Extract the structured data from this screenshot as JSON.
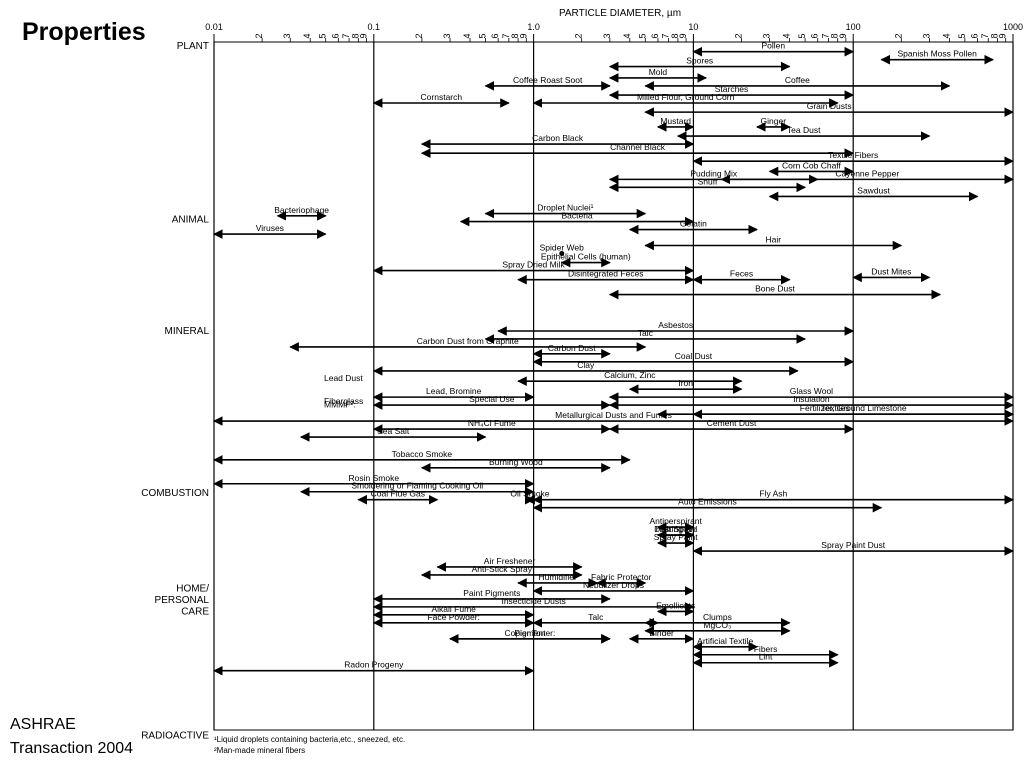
{
  "slide": {
    "title": "Properties",
    "source_line1": "ASHRAE",
    "source_line2": "Transaction 2004"
  },
  "chart_data": {
    "type": "range",
    "x_axis": {
      "title": "PARTICLE DIAMETER, µm",
      "scale": "log",
      "range": [
        0.01,
        1000
      ],
      "major_ticks": [
        {
          "value": 0.01,
          "label": "0.01"
        },
        {
          "value": 0.1,
          "label": "0.1"
        },
        {
          "value": 1,
          "label": "1.0"
        },
        {
          "value": 10,
          "label": "10"
        },
        {
          "value": 100,
          "label": "100"
        },
        {
          "value": 1000,
          "label": "1000"
        }
      ],
      "minor_ticks": [
        2,
        3,
        4,
        5,
        6,
        7,
        8,
        9
      ]
    },
    "categories": [
      {
        "name": "PLANT",
        "row": 0
      },
      {
        "name": "ANIMAL",
        "row": 15.2
      },
      {
        "name": "MINERAL",
        "row": 25
      },
      {
        "name": "COMBUSTION",
        "row": 39.2
      },
      {
        "name": "HOME/",
        "row": 47.6
      },
      {
        "name": "PERSONAL",
        "row": 48.6
      },
      {
        "name": "CARE",
        "row": 49.6
      },
      {
        "name": "RADIOACTIVE",
        "row": 60.5
      }
    ],
    "ranges": [
      {
        "label": "Pollen",
        "from": 10,
        "to": 100,
        "row": 0.5
      },
      {
        "label": "Spanish Moss Pollen",
        "from": 150,
        "to": 750,
        "row": 1.2
      },
      {
        "label": "Spores",
        "from": 3,
        "to": 40,
        "row": 1.8
      },
      {
        "label": "Mold",
        "from": 3,
        "to": 12,
        "row": 2.8
      },
      {
        "label": "Coffee Roast Soot",
        "from": 0.5,
        "to": 3,
        "row": 3.5
      },
      {
        "label": "Coffee",
        "from": 5,
        "to": 400,
        "row": 3.5
      },
      {
        "label": "Starches",
        "from": 3,
        "to": 100,
        "row": 4.3
      },
      {
        "label": "Cornstarch",
        "from": 0.1,
        "to": 0.7,
        "row": 5
      },
      {
        "label": "Milled Flour, Ground Corn",
        "from": 1,
        "to": 80,
        "row": 5
      },
      {
        "label": "Grain Dusts",
        "from": 5,
        "to": 1000,
        "row": 5.8
      },
      {
        "label": "Mustard",
        "from": 6,
        "to": 10,
        "row": 7.1
      },
      {
        "label": "Ginger",
        "from": 25,
        "to": 40,
        "row": 7.1
      },
      {
        "label": "Tea Dust",
        "from": 8,
        "to": 300,
        "row": 7.9
      },
      {
        "label": "Carbon Black",
        "from": 0.2,
        "to": 10,
        "row": 8.6
      },
      {
        "label": "Channel Black",
        "from": 0.2,
        "to": 100,
        "row": 9.4
      },
      {
        "label": "Textile Fibers",
        "from": 10,
        "to": 1000,
        "row": 10.1
      },
      {
        "label": "Corn Cob Chaff",
        "from": 30,
        "to": 100,
        "row": 11
      },
      {
        "label": "Pudding Mix",
        "from": 3,
        "to": 60,
        "row": 11.7
      },
      {
        "label": "Cayenne Pepper",
        "from": 15,
        "to": 1000,
        "row": 11.7
      },
      {
        "label": "Snuff",
        "from": 3,
        "to": 50,
        "row": 12.4
      },
      {
        "label": "Sawdust",
        "from": 30,
        "to": 600,
        "row": 13.2
      },
      {
        "label": "Bacteriophage",
        "from": 0.025,
        "to": 0.05,
        "row": 14.9
      },
      {
        "label": "Droplet Nuclei¹",
        "from": 0.5,
        "to": 5,
        "row": 14.7
      },
      {
        "label": "Viruses",
        "from": 0.01,
        "to": 0.05,
        "row": 16.5
      },
      {
        "label": "Bacteria",
        "from": 0.35,
        "to": 10,
        "row": 15.4
      },
      {
        "label": "Gelatin",
        "from": 4,
        "to": 25,
        "row": 16.1
      },
      {
        "label": "Hair",
        "from": 5,
        "to": 200,
        "row": 17.5
      },
      {
        "label": "Spider Web",
        "from": 1.5,
        "to": 1.5,
        "row": 18.2
      },
      {
        "label": "Epithelial Cells (human)",
        "from": 1.5,
        "to": 3,
        "row": 19
      },
      {
        "label": "Spray Dried Milk",
        "from": 0.1,
        "to": 10,
        "row": 19.7
      },
      {
        "label": "Dust Mites",
        "from": 100,
        "to": 300,
        "row": 20.3
      },
      {
        "label": "Disintegrated Feces",
        "from": 0.8,
        "to": 10,
        "row": 20.5
      },
      {
        "label": "Feces",
        "from": 10,
        "to": 40,
        "row": 20.5
      },
      {
        "label": "Bone Dust",
        "from": 3,
        "to": 350,
        "row": 21.8
      },
      {
        "label": "Asbestos",
        "from": 0.6,
        "to": 100,
        "row": 25
      },
      {
        "label": "Talc",
        "from": 0.5,
        "to": 50,
        "row": 25.7
      },
      {
        "label": "Carbon Dust from Graphite",
        "from": 0.03,
        "to": 5,
        "row": 26.4
      },
      {
        "label": "Carbon Dust",
        "from": 1,
        "to": 3,
        "row": 27
      },
      {
        "label": "Coal Dust",
        "from": 1,
        "to": 100,
        "row": 27.7
      },
      {
        "label": "Clay",
        "from": 0.1,
        "to": 45,
        "row": 28.5
      },
      {
        "label": "Calcium, Zinc",
        "from": 0.8,
        "to": 20,
        "row": 29.4
      },
      {
        "label": "Iron",
        "from": 4,
        "to": 20,
        "row": 30.1
      },
      {
        "label": "Lead, Bromine",
        "from": 0.1,
        "to": 1,
        "row": 30.8
      },
      {
        "label": "Special Use",
        "from": 0.1,
        "to": 3,
        "row": 31.5
      },
      {
        "label": "Insulation",
        "from": 3,
        "to": 1000,
        "row": 31.5
      },
      {
        "label": "Glass Wool",
        "from": 3,
        "to": 1000,
        "row": 30.8
      },
      {
        "label": "Fertilizer, Ground Limestone",
        "from": 10,
        "to": 1000,
        "row": 32.3
      },
      {
        "label": "Textiles",
        "from": 6,
        "to": 1000,
        "row": 32.3
      },
      {
        "label": "Metallurgical Dusts and Fumes",
        "from": 0.01,
        "to": 1000,
        "row": 32.9
      },
      {
        "label": "NH₄Cl Fume",
        "from": 0.1,
        "to": 3,
        "row": 33.6
      },
      {
        "label": "Cement Dust",
        "from": 3,
        "to": 100,
        "row": 33.6
      },
      {
        "label": "Sea Salt",
        "from": 0.035,
        "to": 0.5,
        "row": 34.3
      },
      {
        "label": "Tobacco Smoke",
        "from": 0.01,
        "to": 4,
        "row": 36.3
      },
      {
        "label": "Burning Wood",
        "from": 0.2,
        "to": 3,
        "row": 37
      },
      {
        "label": "Rosin Smoke",
        "from": 0.01,
        "to": 1,
        "row": 38.4
      },
      {
        "label": "Smoldering or Flaming Cooking Oil",
        "from": 0.035,
        "to": 1,
        "row": 39.1
      },
      {
        "label": "Coal Flue Gas",
        "from": 0.08,
        "to": 0.25,
        "row": 39.8
      },
      {
        "label": "Oil Smoke",
        "from": 0.9,
        "to": 1,
        "row": 39.8
      },
      {
        "label": "Fly Ash",
        "from": 1,
        "to": 1000,
        "row": 39.8
      },
      {
        "label": "Auto Emissions",
        "from": 1,
        "to": 150,
        "row": 40.5
      },
      {
        "label": "Antiperspirant",
        "from": 6,
        "to": 10,
        "row": 42.2
      },
      {
        "label": "Hair Spray",
        "from": 6,
        "to": 10,
        "row": 42.9
      },
      {
        "label": "Dusting Aid",
        "from": 6,
        "to": 10,
        "row": 42.9
      },
      {
        "label": "Spray Paint",
        "from": 6,
        "to": 10,
        "row": 43.6
      },
      {
        "label": "Spray Paint Dust",
        "from": 10,
        "to": 1000,
        "row": 44.3
      },
      {
        "label": "Air Freshener",
        "from": 0.25,
        "to": 2,
        "row": 45.7
      },
      {
        "label": "Anti-Stick Spray",
        "from": 0.2,
        "to": 2,
        "row": 46.4
      },
      {
        "label": "Humidifier",
        "from": 0.8,
        "to": 2.5,
        "row": 47.1
      },
      {
        "label": "Fabric Protector",
        "from": 2.5,
        "to": 5,
        "row": 47.1
      },
      {
        "label": "Nebulizer Drops",
        "from": 1,
        "to": 10,
        "row": 47.8
      },
      {
        "label": "Paint Pigments",
        "from": 0.1,
        "to": 3,
        "row": 48.5
      },
      {
        "label": "Insecticide Dusts",
        "from": 0.1,
        "to": 10,
        "row": 49.2
      },
      {
        "label": "Emollients",
        "from": 6,
        "to": 10,
        "row": 49.6
      },
      {
        "label": "Alkali Fume",
        "from": 0.1,
        "to": 1,
        "row": 49.9
      },
      {
        "label": "Face Powder:",
        "from": 0.1,
        "to": 1,
        "row": 50.6
      },
      {
        "label": "Talc",
        "from": 1,
        "to": 6,
        "row": 50.6
      },
      {
        "label": "Clumps",
        "from": 5,
        "to": 40,
        "row": 50.6
      },
      {
        "label": "MgCO₃",
        "from": 5,
        "to": 40,
        "row": 51.3
      },
      {
        "label": "Copier Toner:",
        "from": 0.3,
        "to": 3,
        "row": 52
      },
      {
        "label": "Pigment",
        "from": 0.3,
        "to": 3,
        "row": 52
      },
      {
        "label": "Binder",
        "from": 4,
        "to": 10,
        "row": 52
      },
      {
        "label": "Artificial Textile",
        "from": 10,
        "to": 25,
        "row": 52.7
      },
      {
        "label": "Fibers",
        "from": 10,
        "to": 80,
        "row": 53.4
      },
      {
        "label": "Lint",
        "from": 10,
        "to": 80,
        "row": 54.1
      },
      {
        "label": "Radon Progeny",
        "from": 0.01,
        "to": 1,
        "row": 54.8
      }
    ],
    "footnotes": [
      "¹Liquid droplets containing bacteria,etc., sneezed, etc.",
      "²Man-made mineral fibers"
    ],
    "annotations": [
      {
        "label": "MMMF²:",
        "row": 31.7
      },
      {
        "label": "Lead Dust",
        "row": 29.4
      },
      {
        "label": "Fiberglass",
        "row": 31.4
      }
    ]
  }
}
